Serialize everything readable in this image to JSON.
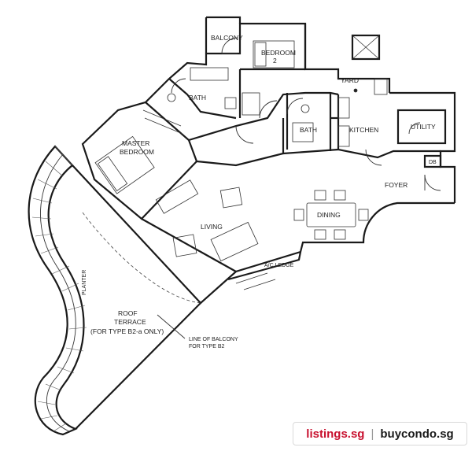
{
  "rooms": {
    "balcony": "BALCONY",
    "bedroom2_line1": "BEDROOM",
    "bedroom2_line2": "2",
    "yard": "YARD",
    "bath_left": "BATH",
    "bath_right": "BATH",
    "kitchen": "KITCHEN",
    "utility": "UTILITY",
    "db": "DB",
    "foyer": "FOYER",
    "master_line1": "MASTER",
    "master_line2": "BEDROOM",
    "dining": "DINING",
    "living": "LIVING",
    "ac_ledge": "A/C LEDGE",
    "planter": "PLANTER",
    "roof_line1": "ROOF",
    "roof_line2": "TERRACE",
    "roof_line3": "(FOR TYPE B2-a ONLY)",
    "balcony_note_line1": "LINE OF BALCONY",
    "balcony_note_line2": "FOR TYPE B2"
  },
  "watermark": {
    "site_a": "listings.sg",
    "separator": "|",
    "site_b": "buycondo.sg",
    "color_a": "#c8102e",
    "color_b": "#1a1a1a"
  }
}
